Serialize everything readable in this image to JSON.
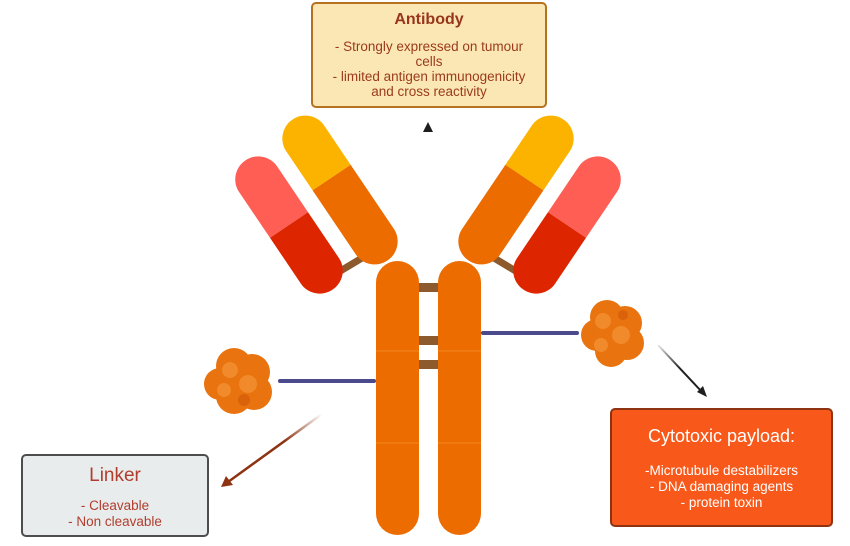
{
  "diagram": {
    "subject": "Antibody-drug conjugate",
    "colors": {
      "heavy_chain": "#ec6c00",
      "heavy_chain_variable": "#fbb300",
      "light_chain_constant": "#dd2500",
      "light_chain_variable": "#ff5e55",
      "disulfide_bond": "#8c5a2c",
      "linker": "#4a4a8c",
      "payload": "#e8730f",
      "arrow_dark": "#1e1e1e",
      "arrow_linker": "#8e3312"
    },
    "antibody_box": {
      "title": "Antibody",
      "lines": [
        "- Strongly expressed on tumour",
        "cells",
        "- limited antigen immunogenicity",
        "and cross reactivity"
      ]
    },
    "payload_box": {
      "title": "Cytotoxic payload:",
      "lines": [
        "-Microtubule destabilizers",
        "- DNA damaging agents",
        "- protein toxin"
      ]
    },
    "linker_box": {
      "title": "Linker",
      "lines": [
        "- Cleavable",
        "- Non cleavable"
      ]
    }
  }
}
